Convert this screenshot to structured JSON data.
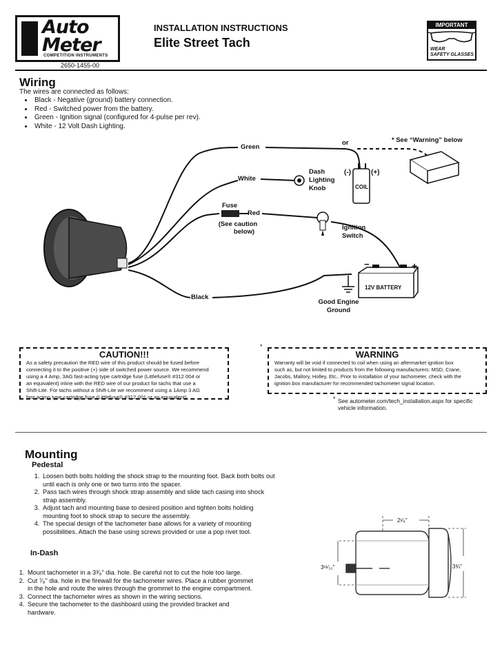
{
  "header": {
    "logo_line1": "Auto",
    "logo_line2": "Meter",
    "logo_sub": "COMPETITION INSTRUMENTS",
    "part_number": "2650-1455-00",
    "doc_type": "INSTALLATION INSTRUCTIONS",
    "product": "Elite Street Tach",
    "safety_top": "IMPORTANT",
    "safety_line1": "WEAR",
    "safety_line2": "SAFETY GLASSES"
  },
  "wiring": {
    "title": "Wiring",
    "intro": "The wires are connected as follows:",
    "bullets": [
      "Black - Negative (ground) battery connection.",
      "Red - Switched power from the battery.",
      "Green - Ignition signal (configured for 4-pulse per rev).",
      "White - 12 Volt Dash Lighting."
    ],
    "diagram": {
      "green": "Green",
      "white": "White",
      "fuse": "Fuse",
      "red": "Red",
      "see_caution_1": "(See caution",
      "see_caution_2": "below)",
      "black": "Black",
      "or": "or",
      "see_warning": "* See “Warning” below",
      "dash_1": "Dash",
      "dash_2": "Lighting",
      "dash_3": "Knob",
      "neg": "(-)",
      "pos": "(+)",
      "coil": "COIL",
      "ign_1": "Ignition",
      "ign_2": "Switch",
      "battery": "12V BATTERY",
      "bat_minus": "−",
      "bat_plus": "+",
      "ground_1": "Good Engine",
      "ground_2": "Ground"
    }
  },
  "caution": {
    "title": "CAUTION!!!",
    "lines": [
      "As a safety precaution the RED wire of this product should be fused before",
      "connecting it to the positive (+) side of switched power source. We recommend",
      "using a 4 Amp, 3AG fast-acting type cartridge fuse (Littlefuse® #312 004 or",
      "an equivalent) inline with the RED wire of our product for tachs that use a",
      "Shift-Lite. For tachs without a Shift-Lite we recommend using a 1Amp 3 AG",
      "fast-acting type cartridge fuse (Littlefuse® #312 001 or an equivalent)."
    ]
  },
  "warning": {
    "star": "*",
    "title": "WARNING",
    "lines": [
      "Warranty will be void if connected to coil when using an aftermarket ignition box",
      "such as, but not limited to products from the following manufacturers: MSD, Crane,",
      "Jacobs, Mallory, Holley, Etc.. Prior to installation of your tachometer, check with the",
      "ignition box manufacturer for recommended tachometer signal location."
    ],
    "note_star": "*",
    "note_line1": "See autometer.com/tech_installation.aspx for specific",
    "note_line2": "vehicle information."
  },
  "mounting": {
    "title": "Mounting",
    "pedestal_title": "Pedestal",
    "pedestal_steps": [
      "Loosen both bolts holding the shock strap to the mounting foot. Back both bolts out until each is only one or two turns into the spacer.",
      "Pass tach wires through shock strap assembly and slide tach casing into shock strap assembly.",
      "Adjust tach and mounting base to desired position and tighten bolts holding mounting foot to shock strap to secure the assembly.",
      "The special design of the tachometer base allows for a variety of mounting possibilities. Attach the base using screws provided or use a pop rivet tool."
    ],
    "indash_title": "In-Dash",
    "indash_steps": [
      "Mount tachometer in a 3³⁄₈\" dia. hole. Be careful not to cut the hole too large.",
      "Cut ⁷⁄₈\" dia. hole in the firewall for the tachometer wires. Place a rubber grommet in the hole and route the wires through the grommet to the engine compartment.",
      "Connect the tachometer wires as shown in the wiring sections.",
      "Secure the tachometer to the dashboard using the provided bracket and hardware."
    ],
    "dims": {
      "depth": "2¹⁄₈\"",
      "body_dia": "3¹¹⁄₃₂\"",
      "face_dia": "3¾\""
    }
  }
}
